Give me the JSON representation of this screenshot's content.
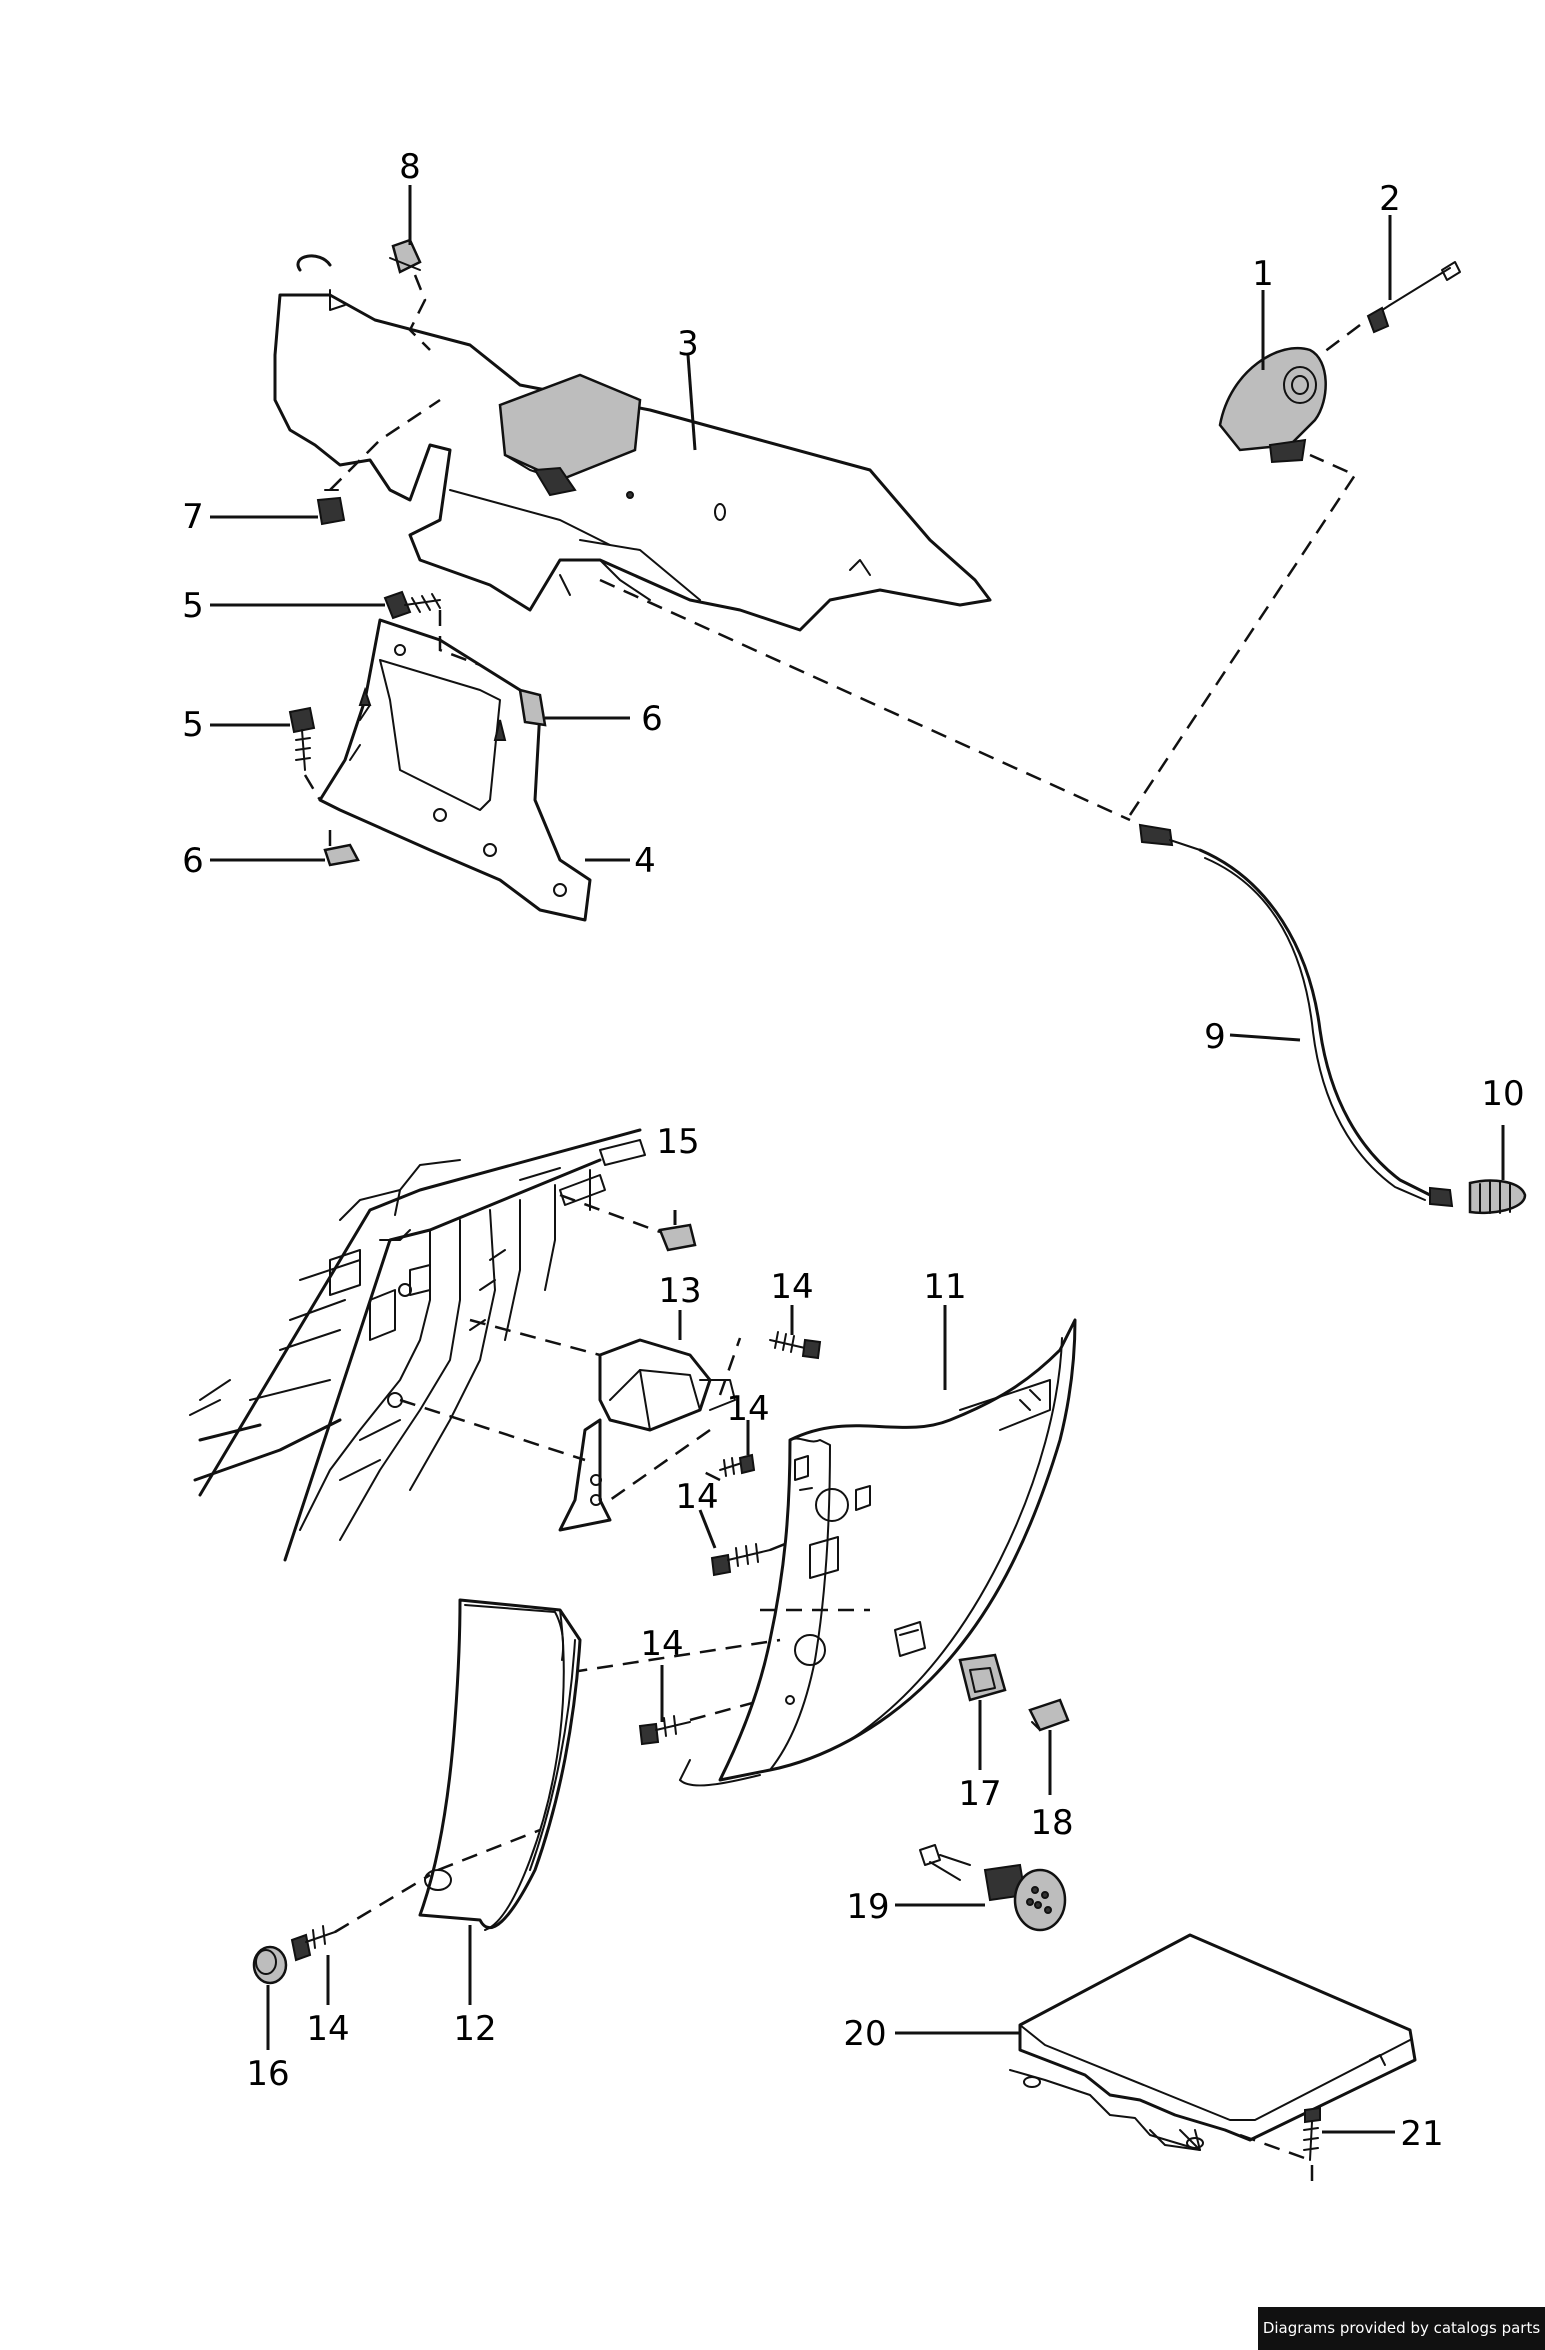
{
  "callouts": [
    "1",
    "2",
    "3",
    "4",
    "5",
    "5",
    "6",
    "6",
    "7",
    "8",
    "9",
    "10",
    "11",
    "12",
    "13",
    "14",
    "14",
    "14",
    "14",
    "14",
    "15",
    "16",
    "17",
    "18",
    "19",
    "20",
    "21"
  ],
  "credit": "Diagrams provided by catalogs parts"
}
